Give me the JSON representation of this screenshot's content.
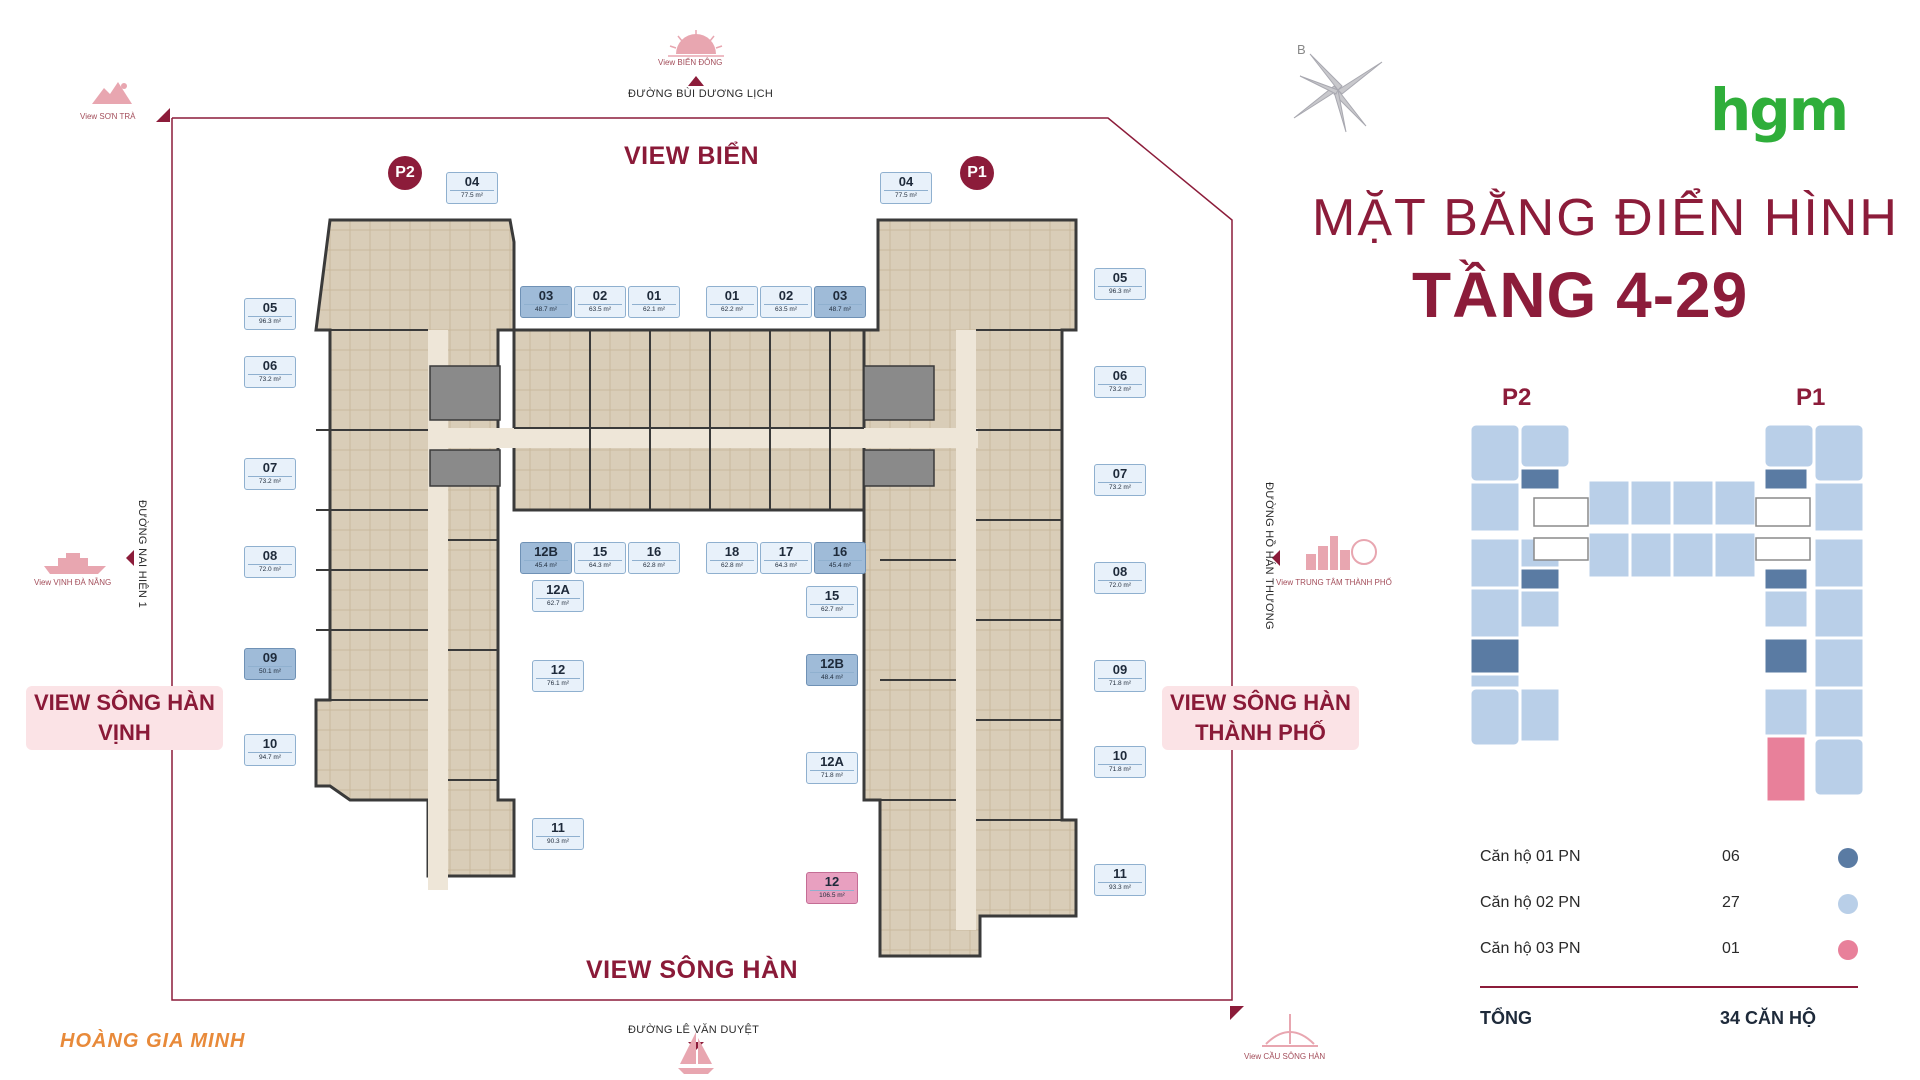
{
  "roads": {
    "top": "ĐƯỜNG BÙI DƯƠNG LỊCH",
    "bottom": "ĐƯỜNG LÊ VĂN DUYỆT",
    "left": "ĐƯỜNG NAI HIÊN 1",
    "right": "ĐƯỜNG HỒ HÁN THƯƠNG"
  },
  "small_views": {
    "top": "View BIỂN ĐÔNG",
    "top_left": "View SƠN TRÀ",
    "left": "View VỊNH ĐÀ NẴNG",
    "right": "View TRUNG TÂM THÀNH PHỐ",
    "bottom_right": "View CẦU SÔNG HÀN"
  },
  "big_views": {
    "top": "VIEW BIỂN",
    "bottom": "VIEW SÔNG HÀN",
    "left_l1": "VIEW SÔNG HÀN",
    "left_l2": "VỊNH",
    "right_l1": "VIEW SÔNG HÀN",
    "right_l2": "THÀNH PHỐ"
  },
  "compass_letter": "B",
  "logo": "hgm",
  "title": {
    "line1": "MẶT BẰNG ĐIỂN HÌNH",
    "line2": "TẦNG 4-29"
  },
  "towers": {
    "p1": "P1",
    "p2": "P2"
  },
  "units": [
    {
      "n": "04",
      "a": "77.5 m²"
    },
    {
      "n": "05",
      "a": "96.3 m²"
    },
    {
      "n": "06",
      "a": "73.2 m²"
    },
    {
      "n": "07",
      "a": "73.2 m²"
    },
    {
      "n": "08",
      "a": "72.0 m²"
    },
    {
      "n": "09",
      "a": "50.1 m²"
    },
    {
      "n": "10",
      "a": "94.7 m²"
    },
    {
      "n": "11",
      "a": "90.3 m²"
    },
    {
      "n": "12",
      "a": "76.1 m²"
    },
    {
      "n": "12A",
      "a": "62.7 m²"
    },
    {
      "n": "12B",
      "a": "45.4 m²"
    },
    {
      "n": "15",
      "a": "64.3 m²"
    },
    {
      "n": "16",
      "a": "62.8 m²"
    },
    {
      "n": "03",
      "a": "48.7 m²"
    },
    {
      "n": "02",
      "a": "63.5 m²"
    },
    {
      "n": "01",
      "a": "62.1 m²"
    },
    {
      "n": "01",
      "a": "62.2 m²"
    },
    {
      "n": "02",
      "a": "63.5 m²"
    },
    {
      "n": "03",
      "a": "48.7 m²"
    },
    {
      "n": "18",
      "a": "62.8 m²"
    },
    {
      "n": "17",
      "a": "64.3 m²"
    },
    {
      "n": "16",
      "a": "45.4 m²"
    },
    {
      "n": "04",
      "a": "77.5 m²"
    },
    {
      "n": "05",
      "a": "96.3 m²"
    },
    {
      "n": "06",
      "a": "73.2 m²"
    },
    {
      "n": "07",
      "a": "73.2 m²"
    },
    {
      "n": "08",
      "a": "72.0 m²"
    },
    {
      "n": "09",
      "a": "71.8 m²"
    },
    {
      "n": "10",
      "a": "71.8 m²"
    },
    {
      "n": "11",
      "a": "93.3 m²"
    },
    {
      "n": "15",
      "a": "62.7 m²"
    },
    {
      "n": "12B",
      "a": "48.4 m²"
    },
    {
      "n": "12A",
      "a": "71.8 m²"
    },
    {
      "n": "12",
      "a": "106.5 m²"
    }
  ],
  "legend": [
    {
      "label": "Căn hộ 01 PN",
      "count": "06",
      "color": "#5a7ba3"
    },
    {
      "label": "Căn hộ 02 PN",
      "count": "27",
      "color": "#b9cfe8"
    },
    {
      "label": "Căn hộ 03 PN",
      "count": "01",
      "color": "#e8809a"
    }
  ],
  "total": {
    "label": "TỔNG",
    "value": "34 CĂN HỘ"
  },
  "brand": "HOÀNG GIA MINH",
  "colors": {
    "accent": "#8c1c3a",
    "one_bed": "#5a7ba3",
    "two_bed": "#b9cfe8",
    "three_bed": "#e8809a"
  }
}
